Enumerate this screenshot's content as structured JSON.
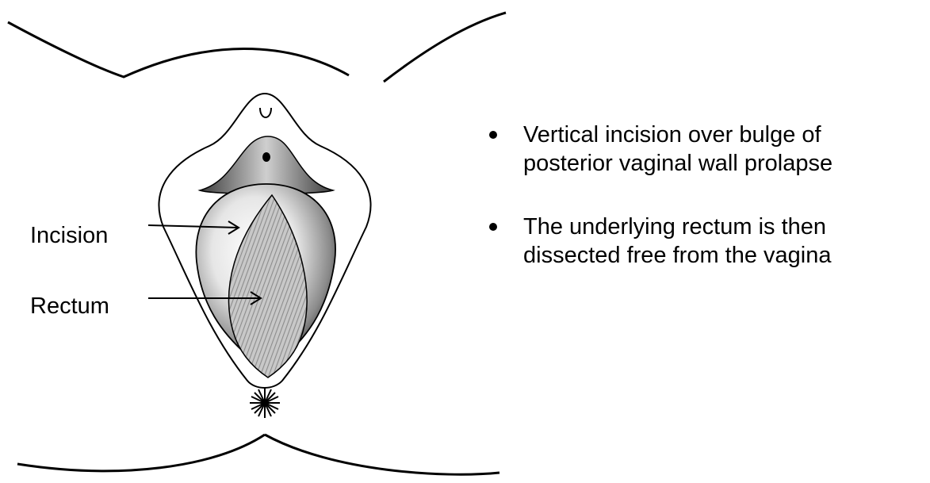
{
  "labels": {
    "incision": "Incision",
    "rectum": "Rectum"
  },
  "bullets": [
    {
      "line1": "Vertical incision over bulge of",
      "line2": "posterior vaginal wall prolapse"
    },
    {
      "line1": "The underlying rectum is then",
      "line2": "dissected free from the vagina"
    }
  ],
  "colors": {
    "ink": "#000000",
    "background": "#ffffff",
    "shading_dark": "#3a3a3a",
    "shading_light": "#ffffff",
    "hatch": "#9a9a9a"
  }
}
